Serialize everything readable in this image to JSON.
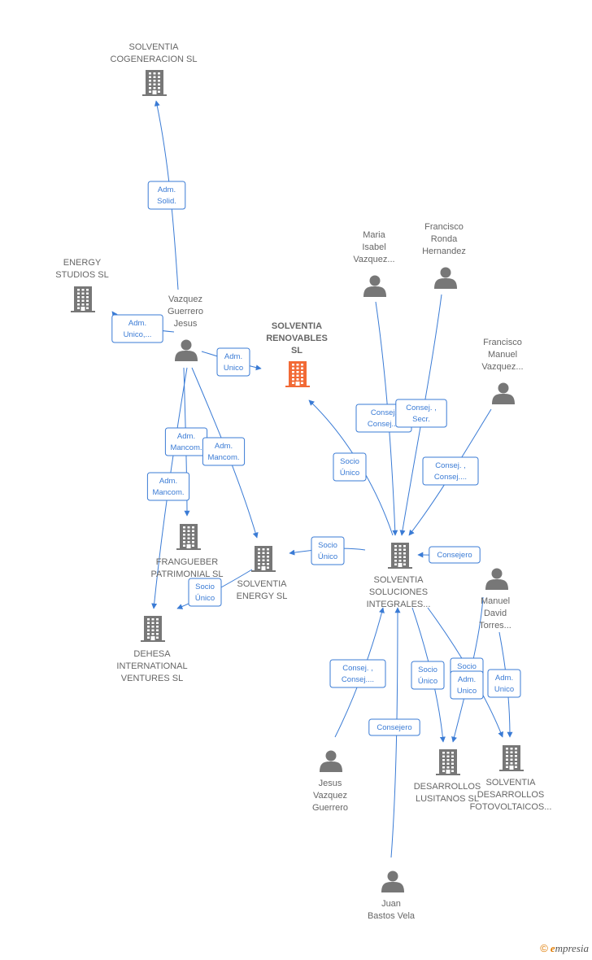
{
  "colors": {
    "edge": "#3a7bd5",
    "node": "#777777",
    "highlight": "#f26a36",
    "text": "#666666"
  },
  "brand": {
    "copyright": "©",
    "e": "e",
    "rest": "mpresia"
  },
  "nodes": [
    {
      "id": "cogen",
      "kind": "company",
      "lines": [
        "SOLVENTIA",
        "COGENERACION SL"
      ]
    },
    {
      "id": "energy_studios",
      "kind": "company",
      "lines": [
        "ENERGY",
        "STUDIOS  SL"
      ]
    },
    {
      "id": "vazquez",
      "kind": "person",
      "lines": [
        "Vazquez",
        "Guerrero",
        "Jesus"
      ]
    },
    {
      "id": "renovables",
      "kind": "company",
      "highlight": true,
      "lines": [
        "SOLVENTIA",
        "RENOVABLES",
        "SL"
      ]
    },
    {
      "id": "maria",
      "kind": "person",
      "lines": [
        "Maria",
        "Isabel",
        "Vazquez..."
      ]
    },
    {
      "id": "fronda",
      "kind": "person",
      "lines": [
        "Francisco",
        "Ronda",
        "Hernandez"
      ]
    },
    {
      "id": "fmanuel",
      "kind": "person",
      "lines": [
        "Francisco",
        "Manuel",
        "Vazquez..."
      ]
    },
    {
      "id": "frangueber",
      "kind": "company",
      "lines": [
        "FRANGUEBER",
        "PATRIMONIAL SL"
      ]
    },
    {
      "id": "energy",
      "kind": "company",
      "lines": [
        "SOLVENTIA",
        "ENERGY  SL"
      ]
    },
    {
      "id": "soluciones",
      "kind": "company",
      "lines": [
        "SOLVENTIA",
        "SOLUCIONES",
        "INTEGRALES..."
      ]
    },
    {
      "id": "manuel",
      "kind": "person",
      "lines": [
        "Manuel",
        "David",
        "Torres..."
      ]
    },
    {
      "id": "dehesa",
      "kind": "company",
      "lines": [
        "DEHESA",
        "INTERNATIONAL",
        "VENTURES SL"
      ]
    },
    {
      "id": "jesus2",
      "kind": "person",
      "lines": [
        "Jesus",
        "Vazquez",
        "Guerrero"
      ]
    },
    {
      "id": "lusitanos",
      "kind": "company",
      "lines": [
        "DESARROLLOS",
        "LUSITANOS  SL"
      ]
    },
    {
      "id": "fotovoltaicos",
      "kind": "company",
      "lines": [
        "SOLVENTIA",
        "DESARROLLOS",
        "FOTOVOLTAICOS..."
      ]
    },
    {
      "id": "juan",
      "kind": "person",
      "lines": [
        "Juan",
        "Bastos Vela"
      ]
    }
  ],
  "edges": [
    {
      "from": "vazquez",
      "to": "cogen",
      "label": [
        "Adm.",
        "Solid."
      ]
    },
    {
      "from": "vazquez",
      "to": "energy_studios",
      "label": [
        "Adm.",
        "Unico,..."
      ]
    },
    {
      "from": "vazquez",
      "to": "renovables",
      "label": [
        "Adm.",
        "Unico"
      ]
    },
    {
      "from": "vazquez",
      "to": "frangueber",
      "label": [
        "Adm.",
        "Mancom."
      ]
    },
    {
      "from": "vazquez",
      "to": "energy",
      "label": [
        "Adm.",
        "Mancom."
      ]
    },
    {
      "from": "vazquez",
      "to": "dehesa",
      "label": [
        "Adm.",
        "Mancom."
      ]
    },
    {
      "from": "energy",
      "to": "dehesa",
      "label": [
        "Socio",
        "Único"
      ]
    },
    {
      "from": "soluciones",
      "to": "energy",
      "label": [
        "Socio",
        "Único"
      ]
    },
    {
      "from": "soluciones",
      "to": "renovables",
      "label": [
        "Socio",
        "Único"
      ]
    },
    {
      "from": "maria",
      "to": "soluciones",
      "label": [
        "Consej.",
        "Consej...."
      ]
    },
    {
      "from": "fronda",
      "to": "soluciones",
      "label": [
        "Consej. ,",
        "Secr."
      ]
    },
    {
      "from": "fmanuel",
      "to": "soluciones",
      "label": [
        "Consej. ,",
        "Consej...."
      ]
    },
    {
      "from": "manuel",
      "to": "soluciones",
      "label": [
        "Consejero"
      ]
    },
    {
      "from": "jesus2",
      "to": "soluciones",
      "label": [
        "Consej. ,",
        "Consej...."
      ]
    },
    {
      "from": "juan",
      "to": "soluciones",
      "label": [
        "Consejero"
      ]
    },
    {
      "from": "soluciones",
      "to": "lusitanos",
      "label": [
        "Socio",
        "Único"
      ]
    },
    {
      "from": "soluciones",
      "to": "fotovoltaicos",
      "label": [
        "Socio",
        "Único"
      ]
    },
    {
      "from": "manuel",
      "to": "lusitanos",
      "label": [
        "Adm.",
        "Unico"
      ]
    },
    {
      "from": "manuel",
      "to": "fotovoltaicos",
      "label": [
        "Adm.",
        "Unico"
      ]
    }
  ]
}
